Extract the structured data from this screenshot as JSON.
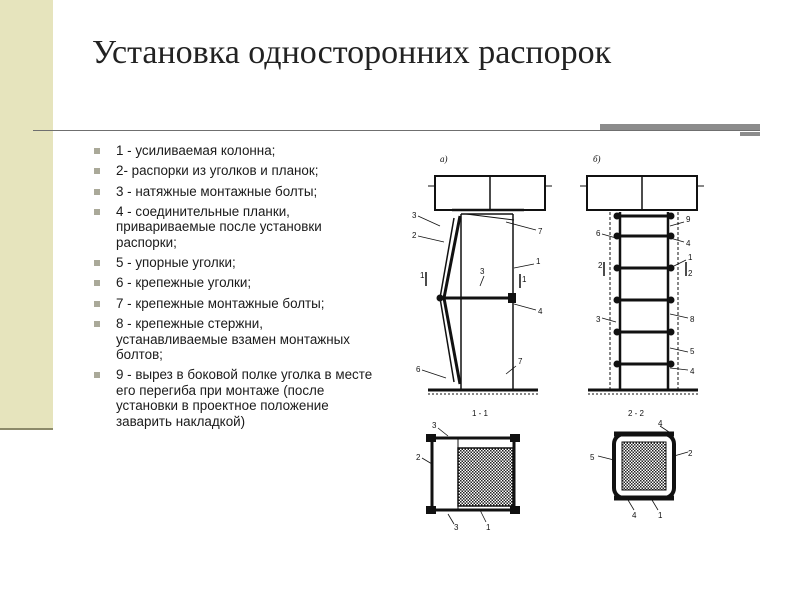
{
  "slide": {
    "title": "Установка односторонних распорок",
    "items": [
      "1 - усиливаемая колонна;",
      "2- распорки из уголков и планок;",
      "3 - натяжные монтажные болты;",
      "4 - соединительные планки, привариваемые после установки распорки;",
      "5 - упорные уголки;",
      "6 - крепежные уголки;",
      "7 - крепежные монтажные болты;",
      "8 - крепежные стержни, устанавливаемые взамен монтажных болтов;",
      "9 - вырез в боковой полке уголка в месте его перегиба при монтаже (после установки в проектное положение заварить накладкой)"
    ]
  },
  "figure": {
    "label_a": "а)",
    "label_b": "б)",
    "section_1": "1 - 1",
    "section_2": "2 - 2",
    "mark_1": "1",
    "mark_2": "2",
    "mark_3": "3",
    "mark_4": "4",
    "mark_5": "5",
    "mark_6": "6",
    "mark_7": "7",
    "mark_8": "8",
    "mark_9": "9"
  },
  "colors": {
    "band": "#e6e4bd",
    "rule": "#8c8c8c",
    "bullet": "#aaa999"
  }
}
